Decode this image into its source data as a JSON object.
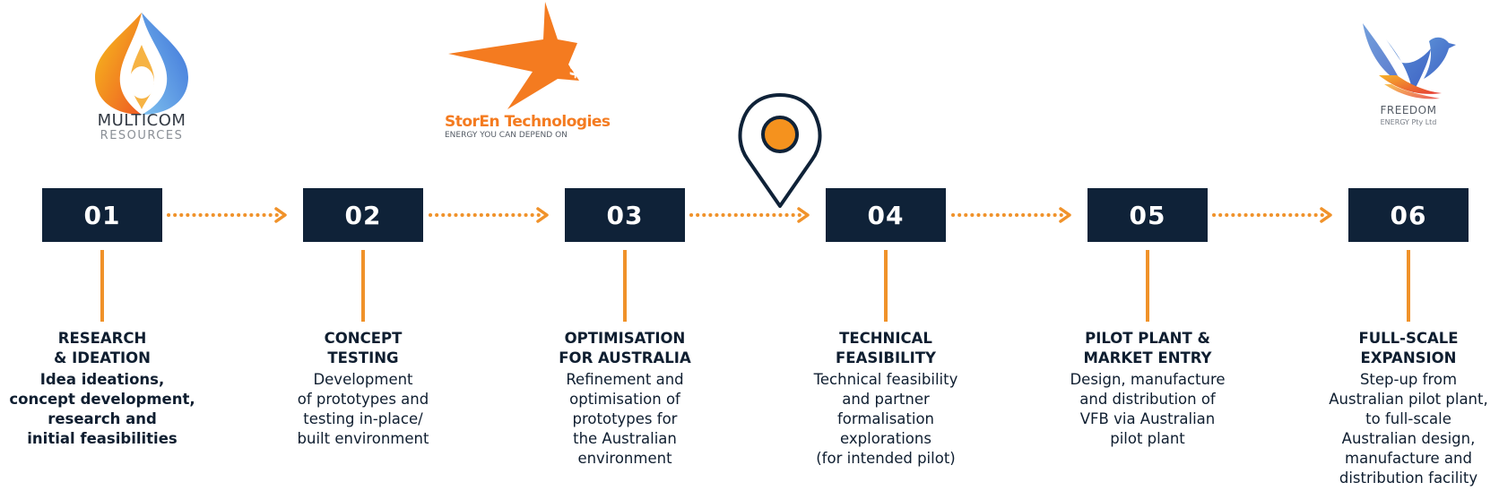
{
  "logos": {
    "multicom": {
      "line1": "MULTICOM",
      "line2": "RESOURCES"
    },
    "storen": {
      "name": "StorEn Technologies",
      "tagline": "ENERGY YOU CAN DEPEND ON"
    },
    "freedom": {
      "line1": "FREEDOM",
      "line2": "ENERGY Pty Ltd"
    }
  },
  "colors": {
    "navy": "#0f2238",
    "orange": "#f0922a",
    "pin_orange": "#f5921e"
  },
  "steps": [
    {
      "number": "01",
      "title": "RESEARCH\n& IDEATION",
      "desc": "Idea ideations,\nconcept development,\nresearch and\ninitial feasibilities"
    },
    {
      "number": "02",
      "title": "CONCEPT\nTESTING",
      "desc": "Development\nof prototypes and\ntesting in-place/\nbuilt environment"
    },
    {
      "number": "03",
      "title": "OPTIMISATION\nFOR AUSTRALIA",
      "desc": "Refinement and\noptimisation of\nprototypes for\nthe Australian\nenvironment"
    },
    {
      "number": "04",
      "title": "TECHNICAL\nFEASIBILITY",
      "desc": "Technical feasibility\nand partner\nformalisation\nexplorations\n(for intended pilot)"
    },
    {
      "number": "05",
      "title": "PILOT PLANT &\nMARKET ENTRY",
      "desc": "Design, manufacture\nand distribution of\nVFB via Australian\npilot plant"
    },
    {
      "number": "06",
      "title": "FULL-SCALE\nEXPANSION",
      "desc": "Step-up from\nAustralian pilot plant,\nto full-scale\nAustralian design,\nmanufacture and\ndistribution facility"
    }
  ]
}
